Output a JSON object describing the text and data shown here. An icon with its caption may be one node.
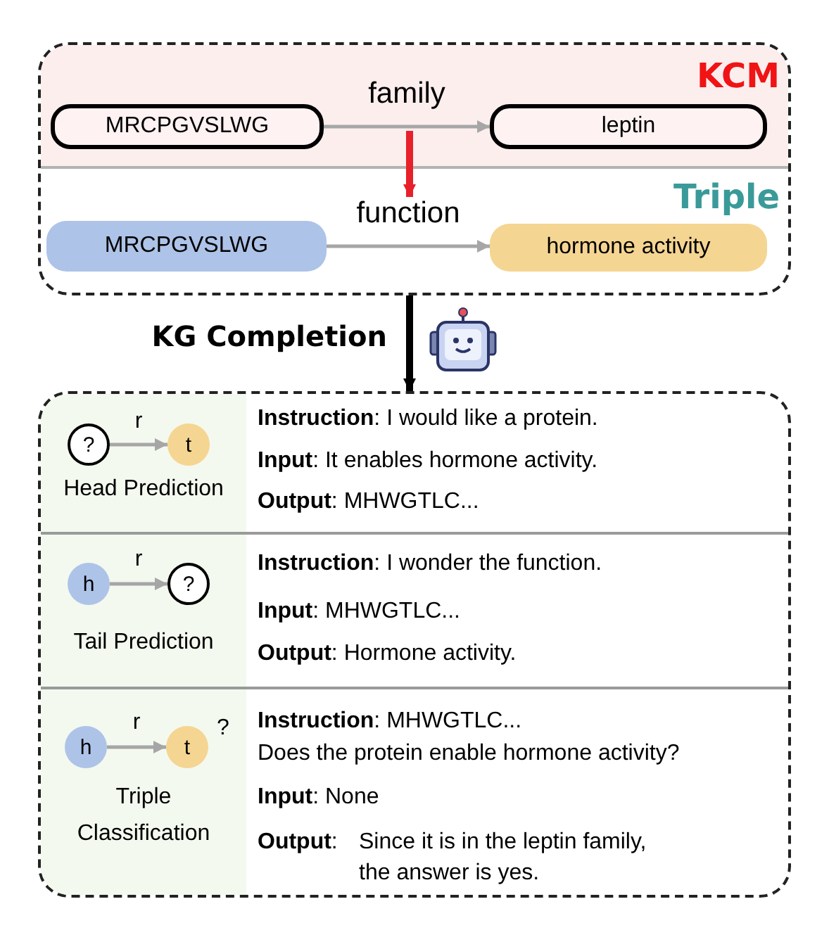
{
  "diagram": {
    "nodes": [
      {
        "text": [],
        "shape": "box"
      },
      {
        "text": [
          "KCM"
        ],
        "in": 0
      },
      {
        "text": [
          "MRCPGVSLWG"
        ],
        "in": 1
      },
      {
        "text": [
          "leptin"
        ],
        "in": 1
      },
      {
        "text": [
          "Triple"
        ],
        "in": 0
      },
      {
        "text": [
          "MRCPGVSLWG"
        ],
        "in": 4
      },
      {
        "text": [
          "hormone activity"
        ],
        "in": 4
      },
      {
        "text": [],
        "shape": "box"
      },
      {
        "text": [
          "**Instruction**: I would like a protein.",
          "**Input**: It enables hormone activity.",
          "**Output**: MHWGTLC..."
        ],
        "in": 7
      },
      {
        "text": [
          "Head Prediction"
        ],
        "in": 8
      },
      {
        "text": [
          "?"
        ],
        "in": 9
      },
      {
        "text": [
          "t"
        ],
        "in": 9
      },
      {
        "text": [
          "**Instruction**: I wonder the function.",
          "**Input**: MHWGTLC...",
          "**Output**: Hormone activity."
        ],
        "in": 7
      },
      {
        "text": [
          "Tail Prediction"
        ],
        "in": 12
      },
      {
        "text": [
          "h"
        ],
        "in": 13
      },
      {
        "text": [
          "?"
        ],
        "in": 13
      },
      {
        "text": [
          "**Instruction**: MHWGTLC...",
          "Does the protein enable hormone activity?",
          "**Input**: None",
          "**Output**:",
          "Since it is in the leptin family,",
          "the answer is yes."
        ],
        "in": 7
      },
      {
        "text": [
          "Triple Classification"
        ],
        "in": 16
      },
      {
        "text": [
          "h"
        ],
        "in": 17
      },
      {
        "text": [
          "t"
        ],
        "beside": [
          "?"
        ],
        "in": 17
      }
    ],
    "edges": [
      {
        "from": 2,
        "to": 3,
        "arrow": "to",
        "label": "family"
      },
      {
        "from": 5,
        "to": 6,
        "arrow": "to",
        "label": "function"
      },
      {
        "from": null,
        "to": 4,
        "arrow": "to",
        "style": "thick",
        "color": "#e8202a"
      },
      {
        "from": 0,
        "to": 7,
        "arrow": "to",
        "style": "thick",
        "color": "#000000",
        "label": "KG Completion"
      },
      {
        "from": 10,
        "to": 11,
        "arrow": "to",
        "label": "r"
      },
      {
        "from": 14,
        "to": 15,
        "arrow": "to",
        "label": "r"
      },
      {
        "from": 18,
        "to": 19,
        "arrow": "to",
        "label": "r"
      }
    ]
  }
}
